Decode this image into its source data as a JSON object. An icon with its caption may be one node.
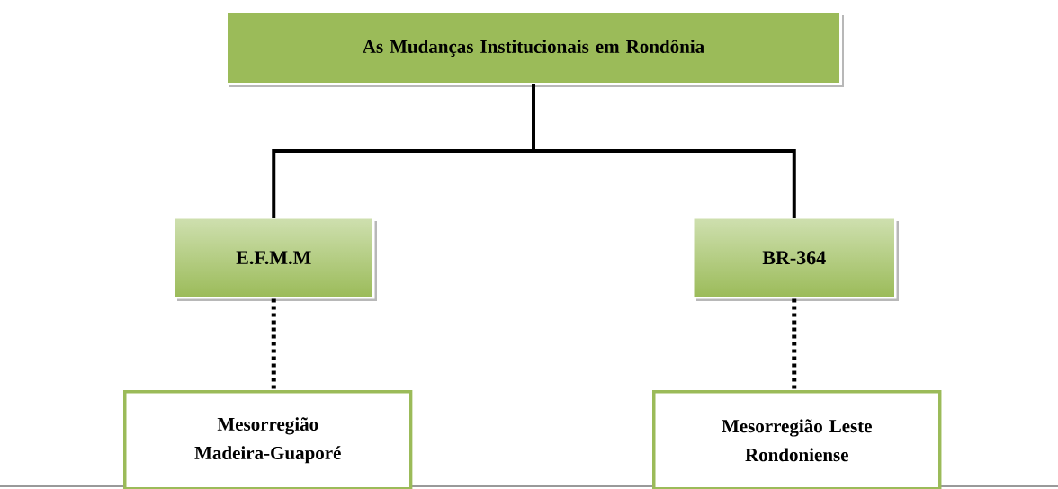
{
  "diagram": {
    "nodes": [
      {
        "text": [
          "As Mudanças Institucionais em Rondônia"
        ]
      },
      {
        "text": [
          "E.F.M.M"
        ]
      },
      {
        "text": [
          "BR-364"
        ]
      },
      {
        "text": [
          "Mesorregião Madeira-Guaporé"
        ]
      },
      {
        "text": [
          "Mesorregião Leste Rondoniense"
        ]
      }
    ],
    "edges": [
      {
        "from": 0,
        "to": 1,
        "arrow": "none"
      },
      {
        "from": 0,
        "to": 2,
        "arrow": "none"
      },
      {
        "from": 1,
        "to": 3,
        "arrow": "none",
        "style": "dashed"
      },
      {
        "from": 2,
        "to": 4,
        "arrow": "none",
        "style": "dashed"
      }
    ]
  }
}
